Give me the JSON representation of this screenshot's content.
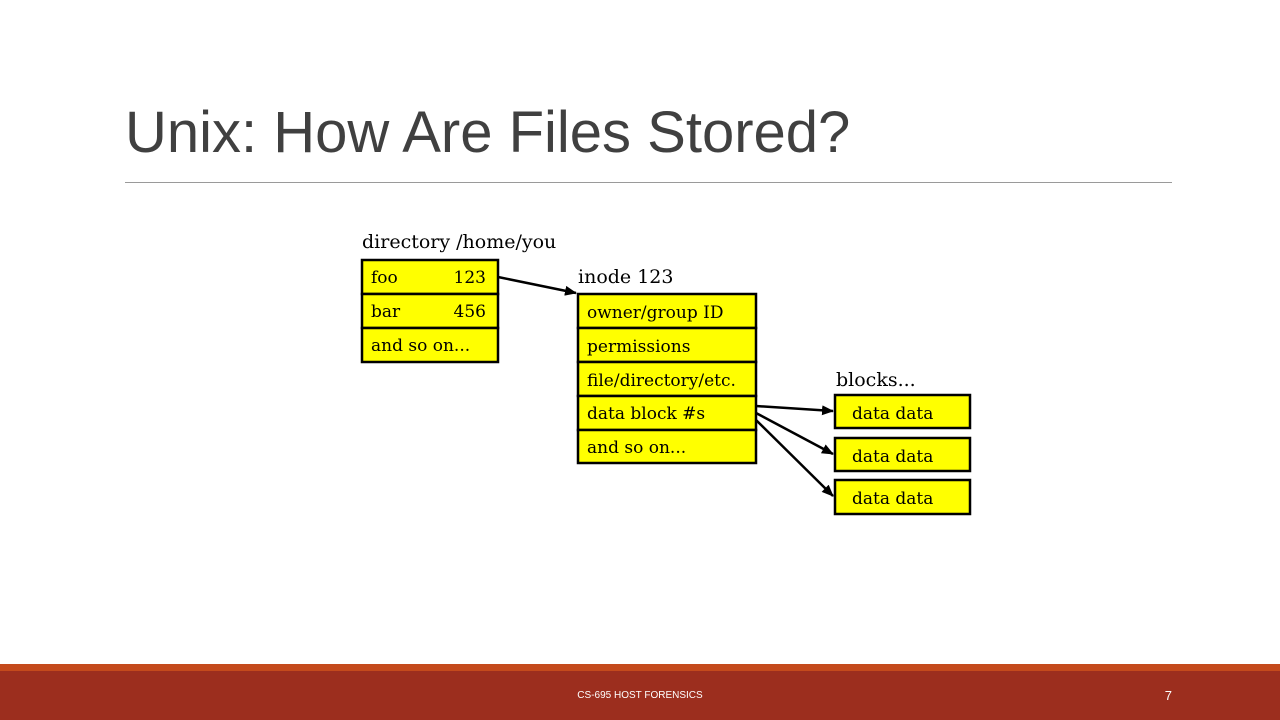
{
  "slide": {
    "title": "Unix: How Are Files Stored?",
    "footer": "CS-695 HOST FORENSICS",
    "page_number": "7"
  },
  "diagram": {
    "fill_color": "#ffff00",
    "stroke_color": "#000000",
    "directory": {
      "heading": "directory /home/you",
      "rows": [
        {
          "name": "foo",
          "inode": "123"
        },
        {
          "name": "bar",
          "inode": "456"
        },
        {
          "name": "and so on...",
          "inode": ""
        }
      ]
    },
    "inode": {
      "heading": "inode 123",
      "rows": [
        "owner/group ID",
        "permissions",
        "file/directory/etc.",
        "data block #s",
        "and so on..."
      ]
    },
    "blocks": {
      "heading": "blocks...",
      "rows": [
        "data data",
        "data data",
        "data data"
      ]
    }
  }
}
